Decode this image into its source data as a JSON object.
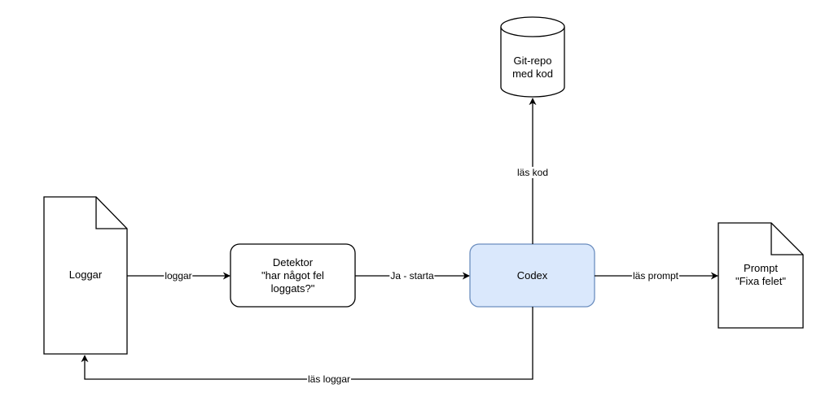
{
  "nodes": {
    "loggar": {
      "label": "Loggar"
    },
    "detektor": {
      "line1": "Detektor",
      "line2": "\"har något fel",
      "line3": "loggats?\""
    },
    "codex": {
      "label": "Codex"
    },
    "gitrepo": {
      "line1": "Git-repo",
      "line2": "med kod"
    },
    "prompt": {
      "line1": "Prompt",
      "line2": "\"Fixa felet\""
    }
  },
  "edges": {
    "loggar_to_detektor": "loggar",
    "detektor_to_codex": "Ja - starta",
    "codex_to_prompt": "läs prompt",
    "codex_to_gitrepo": "läs kod",
    "codex_to_loggar": "läs loggar"
  },
  "colors": {
    "codex_fill": "#dae8fc",
    "codex_stroke": "#6c8ebf",
    "stroke": "#000000"
  }
}
